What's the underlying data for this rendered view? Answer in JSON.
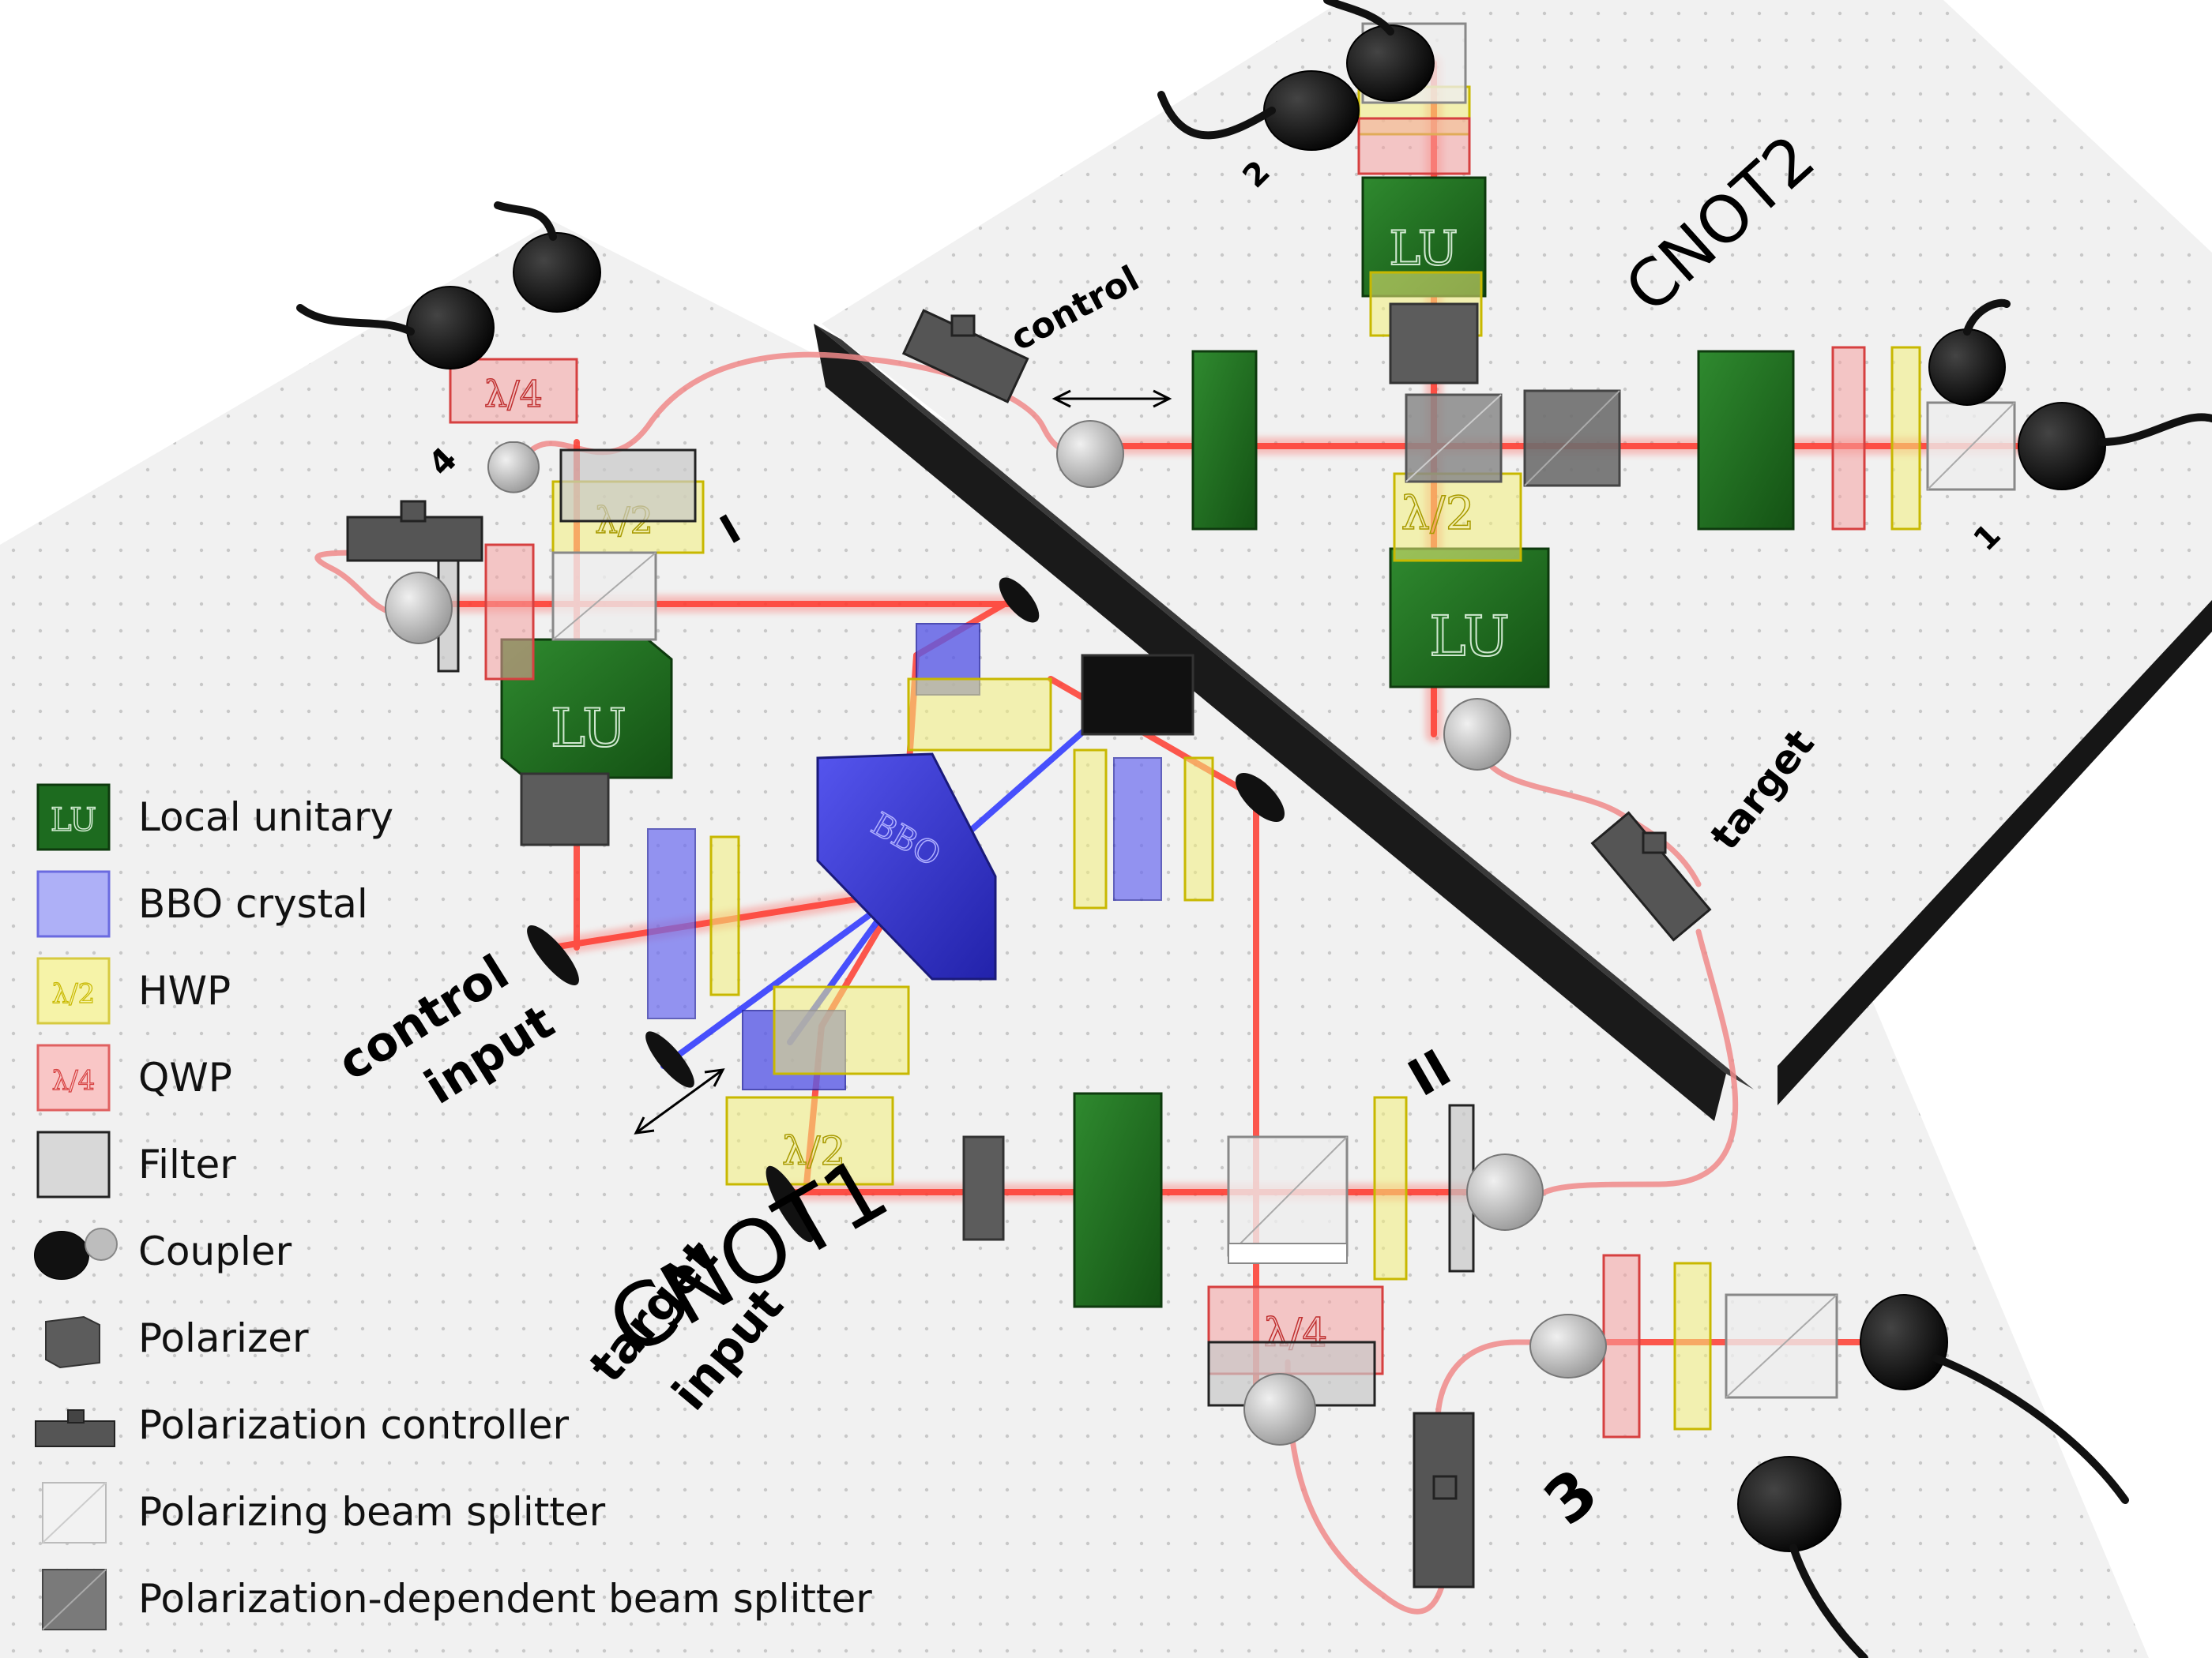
{
  "labels": {
    "cnot1": "CNOT1",
    "cnot2": "CNOT2",
    "stage_one": "I",
    "stage_two": "II",
    "control_input_line1": "control",
    "control_input_line2": "input",
    "target_input_line1": "target",
    "target_input_line2": "input",
    "control": "control",
    "target": "target",
    "detector_1": "1",
    "detector_2": "2",
    "detector_3": "3",
    "detector_4": "4"
  },
  "element_text": {
    "lu": "LU",
    "bbo": "BBO",
    "hwp": "λ/2",
    "qwp": "λ/4"
  },
  "legend": [
    {
      "icon": "local-unitary-icon",
      "label": "Local unitary"
    },
    {
      "icon": "bbo-crystal-icon",
      "label": "BBO crystal"
    },
    {
      "icon": "hwp-icon",
      "label": "HWP"
    },
    {
      "icon": "qwp-icon",
      "label": "QWP"
    },
    {
      "icon": "filter-icon",
      "label": "Filter"
    },
    {
      "icon": "coupler-icon",
      "label": "Coupler"
    },
    {
      "icon": "polarizer-icon",
      "label": "Polarizer"
    },
    {
      "icon": "polarization-controller-icon",
      "label": "Polarization controller"
    },
    {
      "icon": "polarizing-beam-splitter-icon",
      "label": "Polarizing beam splitter"
    },
    {
      "icon": "polarization-dependent-beam-splitter-icon",
      "label": "Polarization-dependent beam splitter"
    }
  ],
  "colors": {
    "table": "#f1f1f1",
    "table_dots": "#c8c8c8",
    "wall": "#1e1e1e",
    "beam_red": "#ff3b30",
    "beam_blue": "#2a33ff",
    "fiber": "#f08a8a",
    "lu_green": "#1d6b1f",
    "bbo_blue": "#3a3ad8",
    "hwp_yellow": "#f3ef7a",
    "qwp_red": "#f4a0a0",
    "polarizer_gray": "#5c5c5c",
    "coupler_black": "#111111",
    "coupler_gray": "#bdbdbd"
  }
}
